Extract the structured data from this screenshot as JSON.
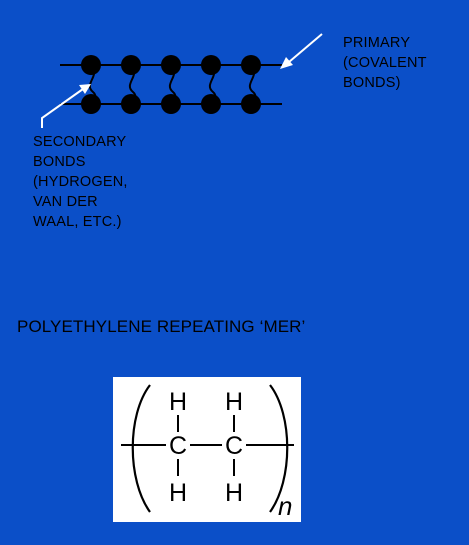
{
  "labels": {
    "primary": [
      "PRIMARY",
      "(COVALENT",
      "BONDS)"
    ],
    "secondary": [
      "SECONDARY",
      "BONDS",
      "(HYDROGEN,",
      "VAN DER",
      "WAAL, ETC.)"
    ]
  },
  "title": "POLYETHYLENE REPEATING ‘MER’",
  "formula": {
    "top_hydrogens": [
      "H",
      "H"
    ],
    "carbons": [
      "C",
      "C"
    ],
    "bottom_hydrogens": [
      "H",
      "H"
    ],
    "repeat_subscript": "n"
  },
  "colors": {
    "background": "#0b4fc8",
    "text": "#000000",
    "arrow": "#ffffff",
    "formula_box": "#ffffff"
  }
}
